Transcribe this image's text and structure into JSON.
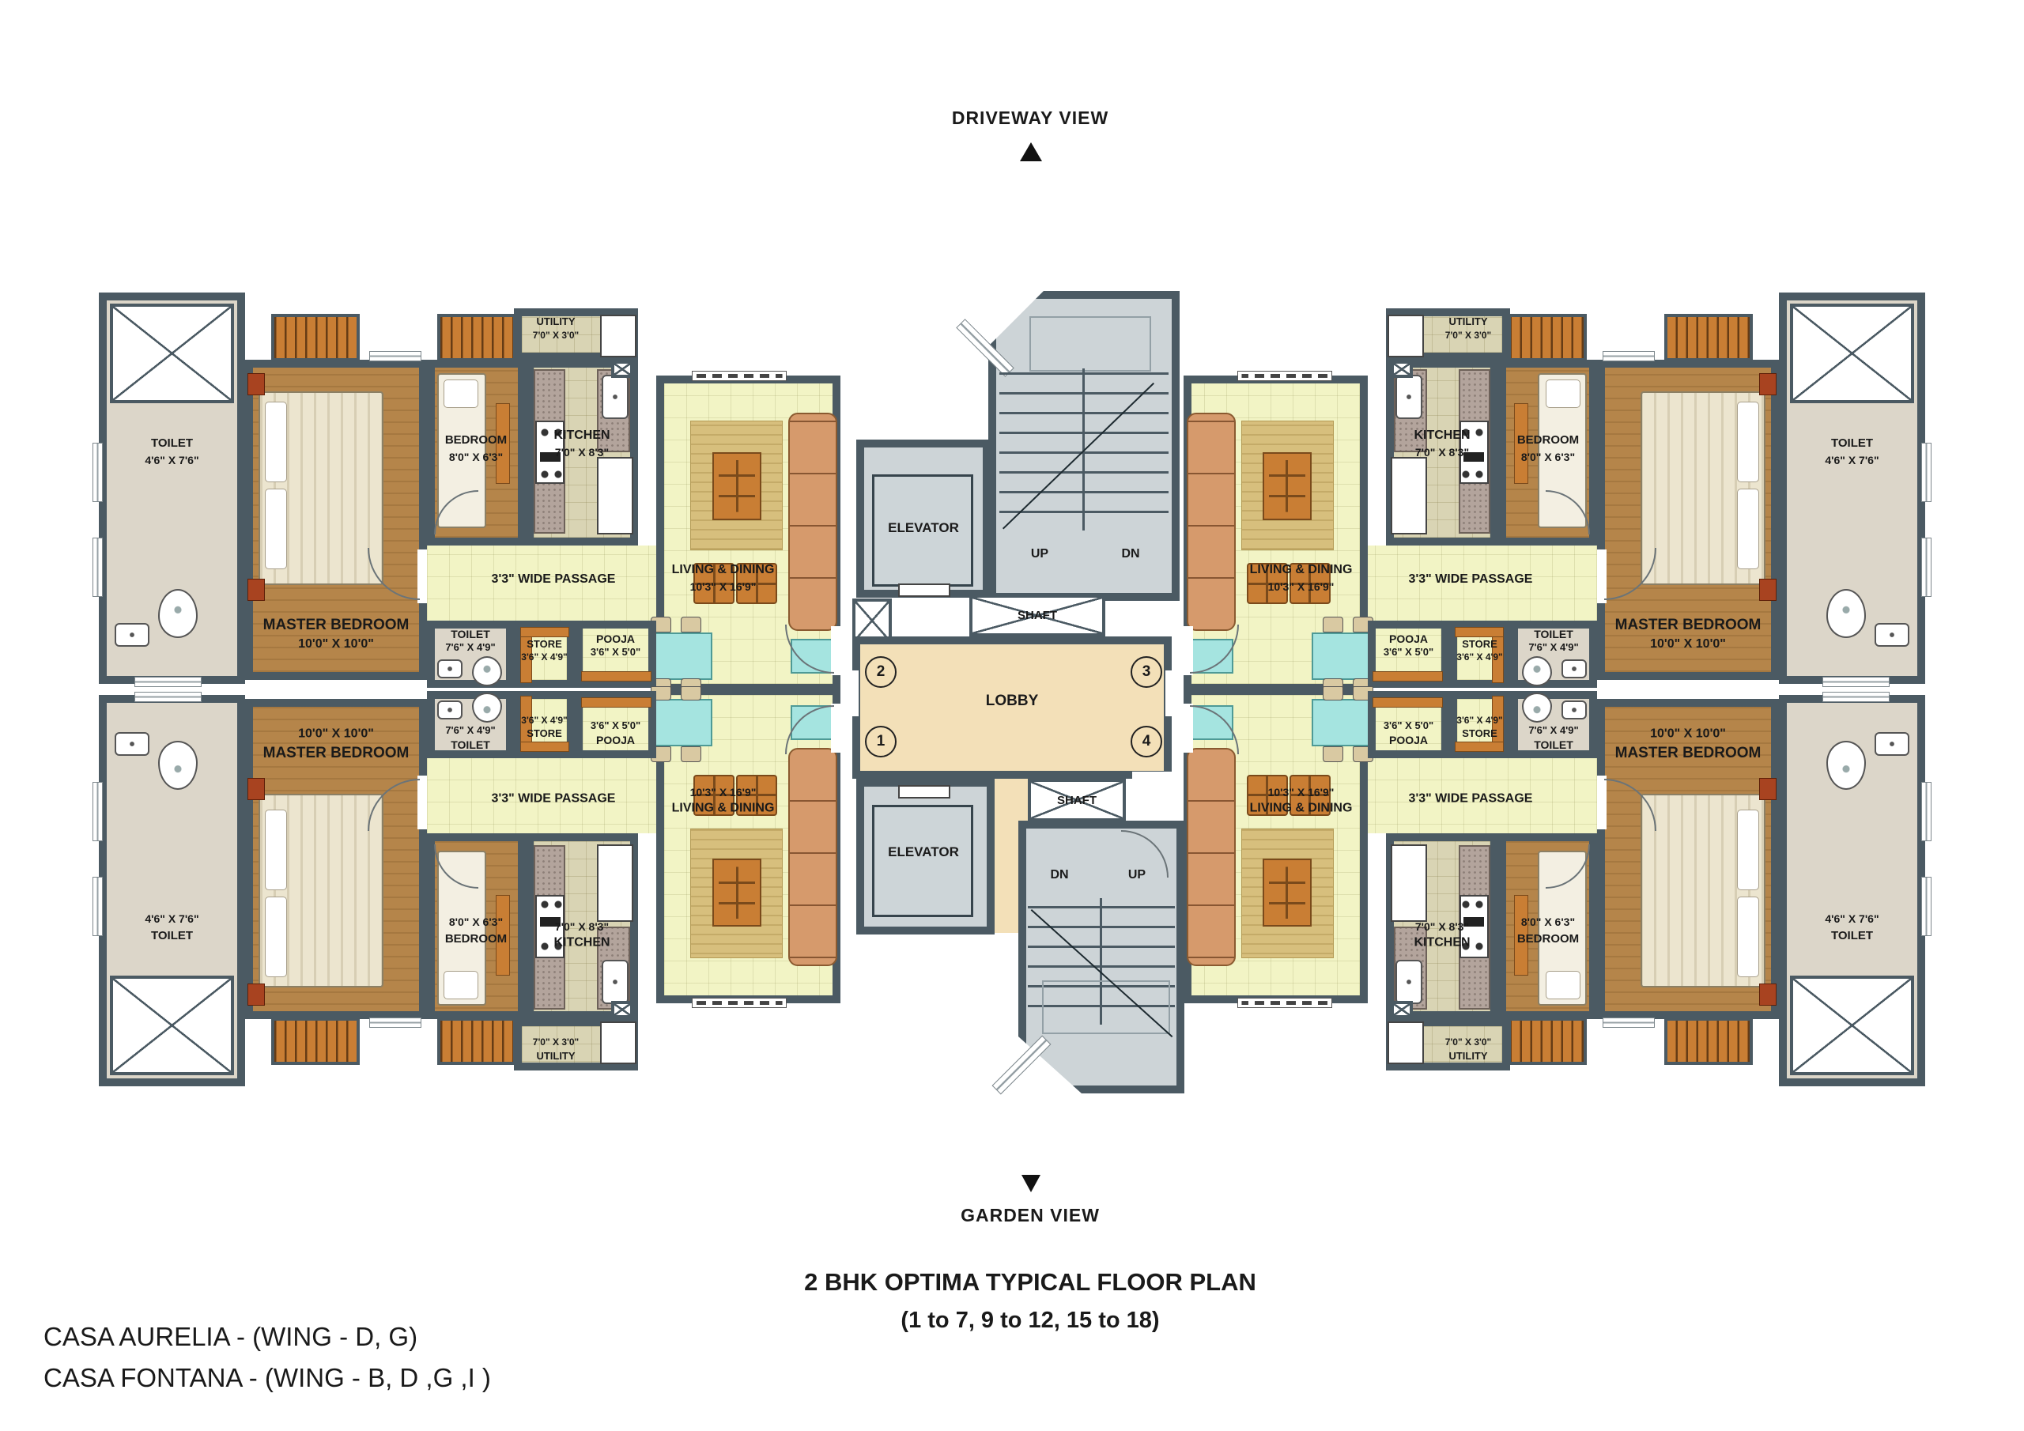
{
  "header": {
    "view_label": "DRIVEWAY VIEW"
  },
  "footer": {
    "view_label": "GARDEN VIEW",
    "title": "2 BHK OPTIMA  TYPICAL FLOOR PLAN",
    "subtitle": "(1 to 7, 9 to 12, 15 to 18)",
    "project_lines": [
      "CASA AURELIA - (WING - D, G)",
      "CASA FONTANA - (WING - B, D ,G ,I )"
    ]
  },
  "core": {
    "elevator": "ELEVATOR",
    "lobby": "LOBBY",
    "shaft": "SHAFT",
    "up": "UP",
    "dn": "DN",
    "unit_numbers": [
      "1",
      "2",
      "3",
      "4"
    ]
  },
  "unit_rooms": {
    "master_bedroom": {
      "name": "MASTER BEDROOM",
      "dims": "10'0\" X 10'0\""
    },
    "bedroom": {
      "name": "BEDROOM",
      "dims": "8'0\" X 6'3\""
    },
    "toilet_attached": {
      "name": "TOILET",
      "dims": "4'6\" X 7'6\""
    },
    "toilet_common": {
      "name": "TOILET",
      "dims": "7'6\" X 4'9\""
    },
    "kitchen": {
      "name": "KITCHEN",
      "dims": "7'0\" X 8'3\""
    },
    "utility": {
      "name": "UTILITY",
      "dims": "7'0\" X 3'0\""
    },
    "store": {
      "name": "STORE",
      "dims": "3'6\" X 4'9\""
    },
    "pooja": {
      "name": "POOJA",
      "dims": "3'6\" X 5'0\""
    },
    "living_dining": {
      "name": "LIVING & DINING",
      "dims": "10'3\" X 16'9\""
    },
    "passage": {
      "name": "3'3\" WIDE PASSAGE"
    }
  },
  "colors": {
    "wall": "#4b5a63",
    "wood_floor": "#b5854a",
    "living_floor": "#f2f4c5",
    "lobby_floor": "#f3e0b8",
    "stair_floor": "#cdd4d7",
    "kitchen_floor": "#d9d4b4",
    "toilet_floor": "#dcd6c9",
    "furniture_orange": "#c97e34",
    "sofa_tan": "#d69a6c",
    "accent_cyan": "#a5e4e0"
  }
}
